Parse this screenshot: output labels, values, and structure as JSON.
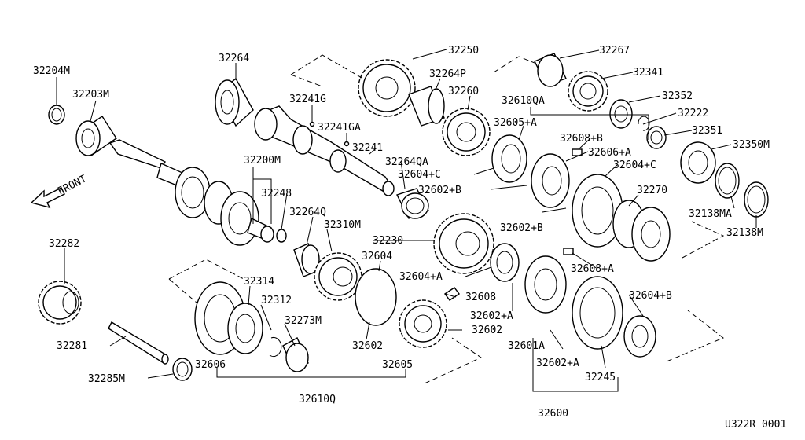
{
  "diagram": {
    "figure_code": "U322R 0001",
    "front_label": "FRONT",
    "part_labels": [
      "32204M",
      "32203M",
      "32264",
      "32250",
      "32264P",
      "32260",
      "32241G",
      "32241GA",
      "32241",
      "32264QA",
      "32200M",
      "32248",
      "32264Q",
      "32310M",
      "32230",
      "32604",
      "32267",
      "32341",
      "32352",
      "32222",
      "32351",
      "32350M",
      "32610QA",
      "32605+A",
      "32608+B",
      "32606+A",
      "32604+C",
      "32604+C",
      "32602+B",
      "32270",
      "32602+B",
      "32138MA",
      "32138M",
      "32282",
      "32314",
      "32312",
      "32273M",
      "32281",
      "32285M",
      "32606",
      "32610Q",
      "32602",
      "32605",
      "32602",
      "32604+A",
      "32608",
      "32602+A",
      "32601A",
      "32608+A",
      "32604+B",
      "32602+A",
      "32245",
      "32600"
    ]
  }
}
